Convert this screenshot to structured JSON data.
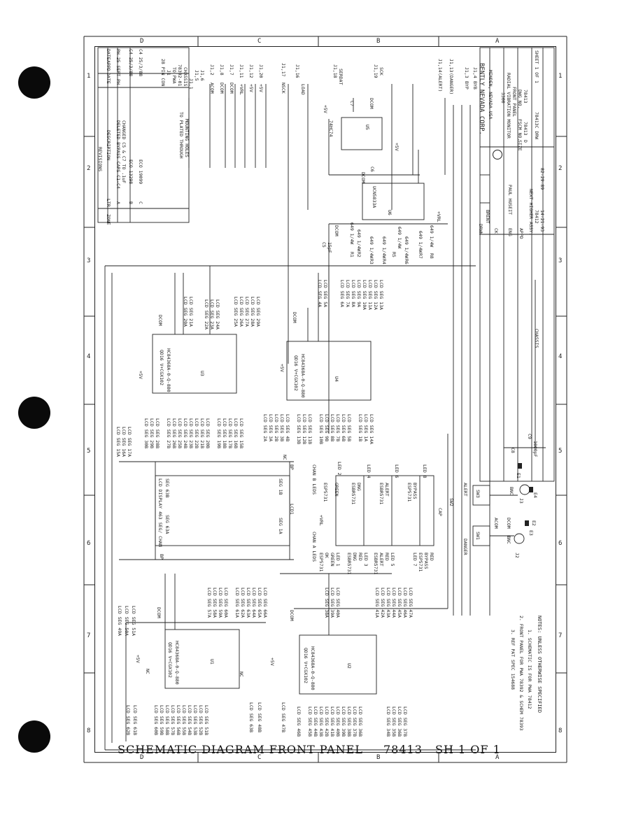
{
  "caption": {
    "title": "SCHEMATIC DIAGRAM  FRONT PANEL",
    "drawing_number": "78413",
    "sheet": "SH 1 OF 1"
  },
  "border": {
    "col_numbers": [
      "1",
      "2",
      "3",
      "4",
      "5",
      "6",
      "7",
      "8"
    ],
    "row_letters_top": [
      "D",
      "C",
      "B",
      "A"
    ],
    "row_letters_bottom": [
      "D",
      "C",
      "B",
      "A"
    ]
  },
  "revisions": {
    "header": "REVISIONS",
    "columns": [
      "ZONE",
      "LTR",
      "DESCRIPTION",
      "DATE",
      "APPD",
      "DATE"
    ],
    "rows": [
      {
        "ltr": "A",
        "description": "DELETED BYPASS CAPS C1-C4",
        "description2": "CHANGED C5 & C7 TO .1uF",
        "by": "PH 25 SEPT PH"
      },
      {
        "ltr": "B",
        "description": "ECO 13298",
        "description2": "",
        "by": "C4 25/3/88"
      },
      {
        "ltr": "C",
        "description": "ECO 19099",
        "description2": "",
        "by": "C4 25/3/88"
      }
    ]
  },
  "title_block": {
    "company": "BENTLY NEVADA CORP.",
    "city": "MINDEN, NEVADA USA",
    "title_line1": "3300",
    "title_line2": "RADIAL VIBRATION MONITOR",
    "title_line3": "FRONT PANEL",
    "size_label": "SIZE",
    "size": "D",
    "fscm_label": "FSCM NO.",
    "fscm": "78413",
    "dwg_label": "DWG NO.",
    "dwg": "78413",
    "sheet": "SHEET 1 OF 1",
    "drawn_label": "DRWN",
    "drawn_by": "BRENT",
    "checked_label": "CK",
    "engr_label": "ENG",
    "engr": "PAUL HUSEIT",
    "appd_label": "APPD",
    "next_assy_label": "NEXT HIGHER ASSY.",
    "next_assy": "78412",
    "date": "14-21-93",
    "rev": "78413C DRW",
    "ref_date": "82-29-89"
  },
  "notes": {
    "label": "NOTES: UNLESS OTHERWISE SPECIFIED",
    "items": [
      "1. SCHEMATIC IS FOR PWA 78412",
      "2. FRONT PANEL FOR PWA 78392 & SCHEM 78393",
      "3. REF PAT SPEC 154688"
    ]
  },
  "connector": {
    "name": "J1",
    "desc": "28 PIN CON",
    "to": "TO PWA",
    "ref": "78392-01",
    "chassis": "CHASSIS",
    "plated": "TO PLATED THROUGH",
    "mounting": "MOUNTING HOLES",
    "pins": [
      {
        "pin": "J1,1",
        "sig": "CHASSIS"
      },
      {
        "pin": "J1,5",
        "sig": ""
      },
      {
        "pin": "J1,6",
        "sig": ""
      },
      {
        "pin": "J1,2",
        "sig": "ACOM"
      },
      {
        "pin": "J1,8",
        "sig": "DCOM"
      },
      {
        "pin": "J1,7",
        "sig": "DCOM"
      },
      {
        "pin": "J1,11",
        "sig": "+VRL"
      },
      {
        "pin": "J1,12",
        "sig": "+5V"
      },
      {
        "pin": "J1,20",
        "sig": "+5V"
      },
      {
        "pin": "J1,17",
        "sig": "NSCK"
      },
      {
        "pin": "J1,16",
        "sig": "LOAD"
      },
      {
        "pin": "J1,18",
        "sig": "SERDAT"
      },
      {
        "pin": "J1,19",
        "sig": "SCK"
      },
      {
        "pin": "J1,14",
        "sig": "(ALERT)"
      },
      {
        "pin": "J1,13",
        "sig": "(DANGER)"
      },
      {
        "pin": "J1,3",
        "sig": "BYP"
      },
      {
        "pin": "J1,4",
        "sig": "BYB"
      }
    ]
  },
  "ics": [
    {
      "ref": "U1",
      "part": "HC84368A-0-Q-880",
      "pkg": "QD16 V+CGX102"
    },
    {
      "ref": "U2",
      "part": "HC84368A-0-Q-880",
      "pkg": "QD16 V+CGX102"
    },
    {
      "ref": "U3",
      "part": "HC84368A-0-Q-880",
      "pkg": "QD16 V+CGX102"
    },
    {
      "ref": "U4",
      "part": "HC84368A-0-Q-880",
      "pkg": "QD16 V+CGX102"
    },
    {
      "ref": "U5",
      "part": "74HC74",
      "pkg": ""
    },
    {
      "ref": "U6",
      "part": "UCN5833A",
      "pkg": ""
    }
  ],
  "lcd": {
    "ref": "LCD1",
    "label": "LCD DISPLAY 463 SEG/ CHAN",
    "seg_a": "SEG 63A",
    "seg_b": "SEG 63B",
    "seg_1a": "SEG 1A",
    "seg_1b": "SEG 1B",
    "bp": "BP"
  },
  "seg_labels_u3_top": [
    "LCD SEG 4A",
    "LCD SEG 5A",
    "LCD SEG 6A",
    "LCD SEG 7A",
    "LCD SEG 8A",
    "LCD SEG 9A",
    "LCD SEG 10A",
    "LCD SEG 11A",
    "LCD SEG 12A",
    "LCD SEG 13A"
  ],
  "seg_labels_u3_right": [
    "LCD SEG 20A",
    "LCD SEG 21A",
    "LCD SEG 22A",
    "LCD SEG 23A",
    "LCD SEG 24A",
    "LCD SEG 25A",
    "LCD SEG 26A",
    "LCD SEG 27A",
    "LCD SEG 28A",
    "LCD SEG 29A"
  ],
  "seg_labels_u3_bottom": [
    "LCD SEG 30B",
    "LCD SEG 29B",
    "LCD SEG 28B",
    "LCD SEG 27B",
    "LCD SEG 26B",
    "LCD SEG 25B",
    "LCD SEG 24B",
    "LCD SEG 23B",
    "LCD SEG 22B",
    "LCD SEG 21B",
    "LCD SEG 20B",
    "LCD SEG 19B",
    "LCD SEG 18B",
    "LCD SEG 17B",
    "LCD SEG 16B",
    "LCD SEG 15B"
  ],
  "seg_labels_left": [
    "LCD SEG 15A",
    "LCD SEG 16A",
    "LCD SEG 17A"
  ],
  "seg_labels_u4_bottom": [
    "LCD SEG 2A",
    "LCD SEG 3A",
    "LCD SEG 2B",
    "LCD SEG 3B",
    "LCD SEG 4B",
    "LCD SEG 13B",
    "LCD SEG 12B",
    "LCD SEG 11B",
    "LCD SEG 10B",
    "LCD SEG 9B",
    "LCD SEG 8B",
    "LCD SEG 7B",
    "LCD SEG 6B",
    "LCD SEG 5B",
    "LCD SEG 1B",
    "LCD SEG 1A",
    "LCD SEG 14A"
  ],
  "seg_labels_u1_bottom": [
    "LCD SEG 62B",
    "LCD SEG 61B",
    "LCD SEG 60B",
    "LCD SEG 59B",
    "LCD SEG 58B",
    "LCD SEG 57B",
    "LCD SEG 56B",
    "LCD SEG 55B",
    "LCD SEG 54B",
    "LCD SEG 53B",
    "LCD SEG 52B",
    "LCD SEG 51B"
  ],
  "seg_labels_u1_top": [
    "LCD SEG 49A",
    "LCD SEG 50A",
    "LCD SEG 51A"
  ],
  "seg_labels_u1_right": [
    "LCD SEG 57A",
    "LCD SEG 58A",
    "LCD SEG 59A",
    "LCD SEG 60A",
    "LCD SEG 61A",
    "LCD SEG 62A",
    "LCD SEG 63A",
    "LCD SEG 64A",
    "LCD SEG 65A",
    "LCD SEG 66A"
  ],
  "seg_labels_u2_right": [
    "LCD SEG 38A",
    "LCD SEG 39A",
    "LCD SEG 40A",
    "LCD SEG 41A",
    "LCD SEG 42A",
    "LCD SEG 43A",
    "LCD SEG 44A",
    "LCD SEG 45A",
    "LCD SEG 46A",
    "LCD SEG 47A"
  ],
  "seg_labels_u2_bottom": [
    "LCD SEG 46B",
    "LCD SEG 45B",
    "LCD SEG 44B",
    "LCD SEG 43B",
    "LCD SEG 42B",
    "LCD SEG 41B",
    "LCD SEG 40B",
    "LCD SEG 39B",
    "LCD SEG 38B",
    "LCD SEG 37B",
    "LCD SEG 36B"
  ],
  "seg_labels_u2_bottom2": [
    "LCD SEG 34B",
    "LCD SEG 35B",
    "LCD SEG 36B",
    "LCD SEG 37B"
  ],
  "seg_labels_mid_u1": [
    "LCD SEG 63B",
    "LCD SEG 48B",
    "LCD SEG 47B"
  ],
  "resistors": [
    {
      "ref": "R1",
      "value": "649 1/4W"
    },
    {
      "ref": "R2",
      "value": "649 1/4W"
    },
    {
      "ref": "R3",
      "value": "649 1/4W"
    },
    {
      "ref": "R4",
      "value": "649 1/4W"
    },
    {
      "ref": "R5",
      "value": "649 1/4W"
    },
    {
      "ref": "R6",
      "value": "649 1/4W"
    },
    {
      "ref": "R7",
      "value": "649 1/4W"
    },
    {
      "ref": "R8",
      "value": "649 1/4W"
    }
  ],
  "caps": [
    {
      "ref": "C5",
      "value": "15pF"
    },
    {
      "ref": "C6",
      "value": ".1uF"
    },
    {
      "ref": "C7",
      "value": ".1uF"
    },
    {
      "ref": "C8",
      "value": "1000pF"
    },
    {
      "ref": "C9",
      "value": "1000pF"
    }
  ],
  "leds": [
    {
      "ref": "LED 1",
      "part": "ESP5731",
      "color": "GREEN",
      "func": "OK"
    },
    {
      "ref": "LED 2",
      "part": "ESP5731",
      "color": "GREEN",
      "func": "OK"
    },
    {
      "ref": "LED 3",
      "part": "ESBR5731",
      "color": "RED",
      "func": "DNG"
    },
    {
      "ref": "LED 4",
      "part": "ESBR5731",
      "color": "RED",
      "func": "DNG"
    },
    {
      "ref": "LED 5",
      "part": "ESBR5731",
      "color": "RED",
      "func": "ALERT"
    },
    {
      "ref": "LED 6",
      "part": "ESBR5731",
      "color": "RED",
      "func": "ALERT"
    },
    {
      "ref": "LED 7",
      "part": "ESP5731",
      "color": "RED",
      "func": "BYPASS"
    },
    {
      "ref": "LED 8",
      "part": "ESP5731",
      "color": "RED",
      "func": "BYPASS"
    }
  ],
  "led_groups": {
    "chan_a": "CHAN A LEDS",
    "chan_b": "CHAN B LEDS"
  },
  "switches": [
    {
      "ref": "SW1",
      "label": "DANGER"
    },
    {
      "ref": "SW2",
      "label": "CAP"
    },
    {
      "ref": "SW3",
      "label": "ALERT"
    }
  ],
  "jacks": [
    {
      "ref": "J2",
      "label": "BNC"
    },
    {
      "ref": "J3",
      "label": "BNC"
    }
  ],
  "misc_labels": {
    "chassis": "CHASSIS",
    "acom": "ACOM",
    "dcom": "DCOM",
    "vpos": "+5V",
    "vrl": "+VRL",
    "nc": "NC",
    "e1": "E1",
    "e2": "E2",
    "e3": "E3",
    "e4": "E4"
  }
}
